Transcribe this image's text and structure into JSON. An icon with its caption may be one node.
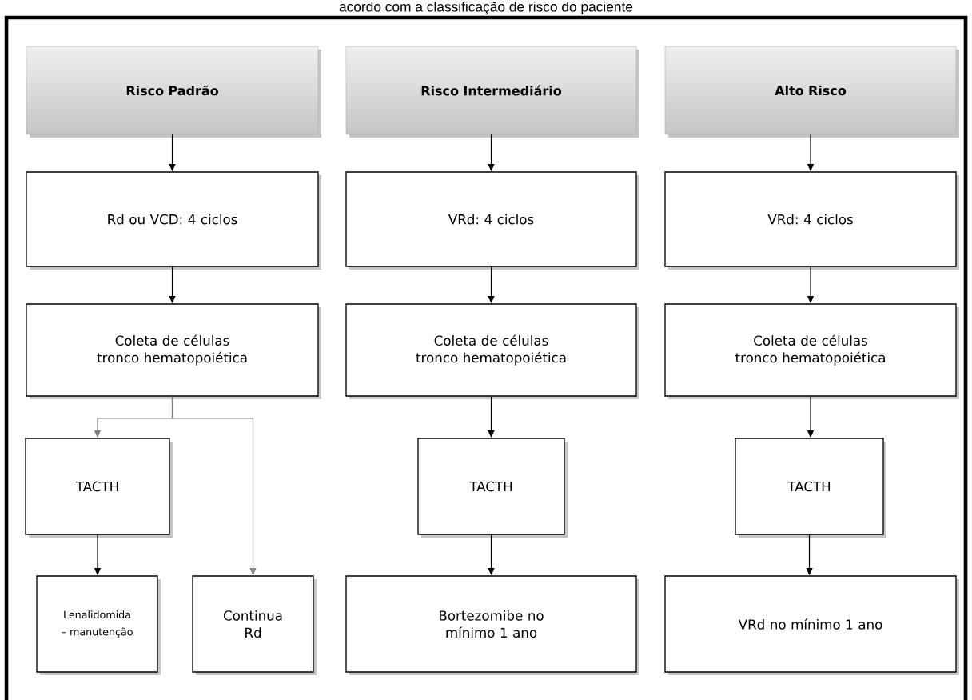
{
  "diagram": {
    "title": "acordo com a classificação de risco do paciente",
    "nodes": [
      {
        "text": [
          "Risco Padrão"
        ]
      },
      {
        "text": [
          "Risco Intermediário"
        ]
      },
      {
        "text": [
          "Alto Risco"
        ]
      },
      {
        "text": [
          "Rd ou VCD: 4 ciclos"
        ]
      },
      {
        "text": [
          "VRd: 4 ciclos"
        ]
      },
      {
        "text": [
          "VRd: 4 ciclos"
        ]
      },
      {
        "text": [
          "Coleta de células tronco hematopoiética"
        ]
      },
      {
        "text": [
          "Coleta de células tronco hematopoiética"
        ]
      },
      {
        "text": [
          "Coleta de células tronco hematopoiética"
        ]
      },
      {
        "text": [
          "TACTH"
        ]
      },
      {
        "text": [
          "TACTH"
        ]
      },
      {
        "text": [
          "TACTH"
        ]
      },
      {
        "text": [
          "Lenalidomida – manutenção"
        ]
      },
      {
        "text": [
          "Continua Rd"
        ]
      },
      {
        "text": [
          "Bortezomibe no mínimo 1 ano"
        ]
      },
      {
        "text": [
          "VRd no mínimo 1 ano"
        ]
      }
    ],
    "edges": [
      {
        "from": 0,
        "to": 3,
        "arrow": "to"
      },
      {
        "from": 1,
        "to": 4,
        "arrow": "to"
      },
      {
        "from": 2,
        "to": 5,
        "arrow": "to"
      },
      {
        "from": 3,
        "to": 6,
        "arrow": "to"
      },
      {
        "from": 4,
        "to": 7,
        "arrow": "to"
      },
      {
        "from": 5,
        "to": 8,
        "arrow": "to"
      },
      {
        "from": 6,
        "to": 9,
        "arrow": "to",
        "color": "#7f7f7f"
      },
      {
        "from": 6,
        "to": 13,
        "arrow": "to",
        "color": "#7f7f7f"
      },
      {
        "from": 7,
        "to": 10,
        "arrow": "to"
      },
      {
        "from": 8,
        "to": 11,
        "arrow": "to"
      },
      {
        "from": 9,
        "to": 12,
        "arrow": "to"
      },
      {
        "from": 10,
        "to": 14,
        "arrow": "to"
      },
      {
        "from": 11,
        "to": 15,
        "arrow": "to"
      }
    ]
  }
}
